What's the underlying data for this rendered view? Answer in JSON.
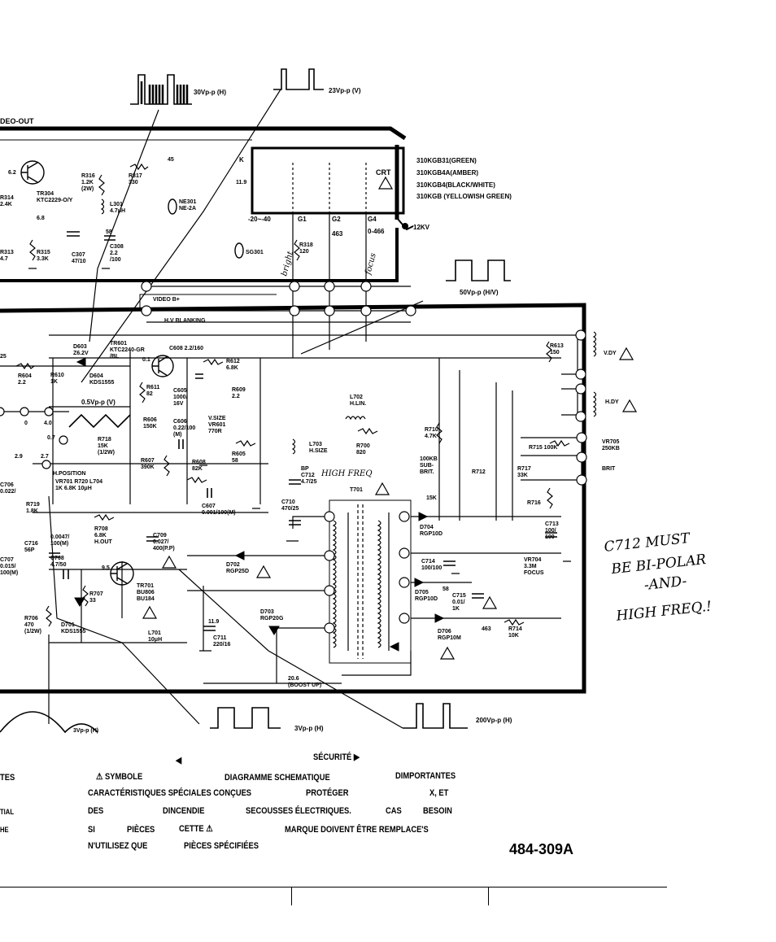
{
  "waveforms": {
    "top1": "30Vp-p (H)",
    "top2": "23Vp-p (V)",
    "right": "50Vp-p (H/V)",
    "mid": "0.5Vp-p (V)",
    "bottom1": "3Vp-p (H)",
    "bottom2": "3Vp-p (H)",
    "bottom3": "200Vp-p (H)"
  },
  "crt": {
    "title": "CRT",
    "video_out": "DEO-OUT",
    "tubes": [
      "310KGB31(GREEN)",
      "310KGB4A(AMBER)",
      "310KGB4(BLACK/WHITE)",
      "310KGB    (YELLOWISH GREEN)"
    ],
    "hv": "12KV",
    "k_label": "K",
    "v45": "45",
    "v119": "11.9",
    "v2040": "-20~-40",
    "g1": "G1",
    "g2": "G2",
    "g4": "G4",
    "v463": "463",
    "v0466": "0-466"
  },
  "parts": {
    "r316": "R316\n1.2K\n(2W)",
    "r317": "R317\n330",
    "tr304": "TR304\nKTC2229-O/Y",
    "r314": "R314\n2.4K",
    "v62": "6.2",
    "v68": "6.8",
    "l301": "L301\n4.7μH",
    "ne301": "NE301\nNE-2A",
    "v58": "58",
    "c308": "C308\n2.2\n/100",
    "r313": "R313\n4.7",
    "r315": "R315\n3.3K",
    "c307": "C307\n47/10",
    "sg301": "SG301",
    "r318": "R318\n120",
    "video_bplus": "VIDEO B+",
    "hv_blanking": "H.V BLANKING",
    "d603": "D603\nZ6.2V",
    "tr601": "TR601\nKTC2240-GR\n/BL",
    "c608": "C608 2.2/160",
    "v01": "0.1",
    "r612": "R612\n6.8K",
    "r613": "R613\n150",
    "vdy": "V.DY",
    "r604": "R604\n2.2",
    "r610": "R610\n1K",
    "d604": "D604\nKDS1555",
    "r611": "R611\n82",
    "c605": "C605\n1000/\n16V",
    "r609": "R609\n2.2",
    "hdy": "H.DY",
    "r606": "R606\n150K",
    "c606": "C606\n0.22/100\n(M)",
    "vsize": "V.SIZE\nVR601\n770R",
    "r605": "R605\n58",
    "r718": "R718\n15K\n(1/2W)",
    "r607": "R607\n390K",
    "r608": "R608\n82K",
    "c607": "C607\n0.001/100(M)",
    "hpos": "H.POSITION",
    "vr701": "VR701 R720 L704\n1K   6.8K  10μH",
    "r719": "R719\n1.8K",
    "c716": "C716\n56P",
    "c707": "C707\n0.015/\n100(M)",
    "c706": "C706\n0.022/",
    "c": "0.0047/\n100(M)",
    "r708": "R708\n6.8K\nH.OUT",
    "c709": "C709\n0.027/\n400(P.P)",
    "c708": "C708\n4.7/50",
    "v95": "9.5",
    "r707": "R707\n33",
    "tr701": "TR701\nBU806\nBU184",
    "r706": "R706\n470\n(1/2W)",
    "d701": "D701\nKDS1555",
    "l701": "L701\n10μH",
    "v119b": "11.9",
    "c711": "C711\n220/16",
    "d702": "D702\nRGP25D",
    "d703": "D703\nRGP20G",
    "boost": "20.6\n(BOOST UP)",
    "l702": "L702\nH.LIN.",
    "l703": "L703\nH.SIZE",
    "r700": "R700\n820",
    "c712": "BP\nC712\n4.7/25",
    "c710": "C710\n470/25",
    "t701": "T701",
    "r710": "R710\n4.7K",
    "subbrit": "100KB\nSUB-\nBRIT.",
    "r15k": "15K",
    "r715": "R715 100K",
    "vr705": "VR705\n250KB",
    "brit": "BRIT",
    "r712": "R712",
    "r717": "R717\n33K",
    "r716": "R716",
    "c713": "C713\n100/\n100",
    "d704": "D704\nRGP10D",
    "c714": "C714\n100/100",
    "d705": "D705\nRGP10D",
    "c715": "C715\n0.01/\n1K",
    "vr704": "VR704\n3.3M\nFOCUS",
    "v58b": "58",
    "d706": "D706\nRGP10M",
    "v463b": "463",
    "r714": "R714\n10K",
    "v29": "2.9",
    "v27": "2.7",
    "v07": "0.7",
    "v40": "4.0",
    "v0": "0",
    "v25": "25"
  },
  "handwritten": {
    "brt": "bright",
    "focus": "focus",
    "hfreq": "HIGH FREQ",
    "note_lines": [
      "C712 MUST",
      "BE BI-POLAR",
      "-AND-",
      "HIGH FREQ.!"
    ]
  },
  "notes": {
    "securite": "SÉCURITÉ",
    "line1a": "TES",
    "line1b": "SYMBOLE",
    "line1c": "DIAGRAMME SCHEMATIQUE",
    "line1d": "DIMPORTANTES",
    "line2a": "CARACTÉRISTIQUES SPÉCIALES CONÇUES",
    "line2b": "PROTÉGER",
    "line2c": "X, ET",
    "line3a": "TIAL",
    "line3b": "DES",
    "line3c": "DINCENDIE",
    "line3d": "SECOUSSES ÉLECTRIQUES.",
    "line3e": "CAS",
    "line3f": "BESOIN",
    "line4a": "HE",
    "line4b": "SI",
    "line4c": "PIÈCES",
    "line4d": "CETTE",
    "line4e": "MARQUE DOIVENT ÊTRE REMPLACE'S",
    "line5a": "N'UTILISEZ QUE",
    "line5b": "PIÈCES SPÉCIFIÉES"
  },
  "doc_number": "484-309A"
}
